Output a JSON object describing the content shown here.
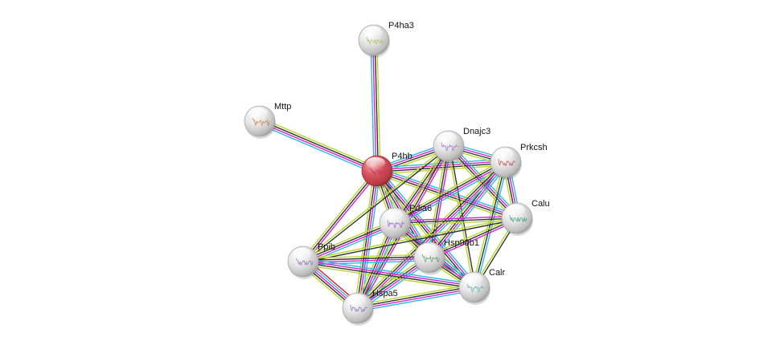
{
  "title": "Protein interaction network",
  "center_node": "P4hb",
  "colors": {
    "center_node": "#d9464f",
    "default_node": "#e8e8e8",
    "evidence": {
      "experiments": "#d91fd9",
      "databases": "#29bce0",
      "textmining": "#b4d92b",
      "coexpression": "#333333",
      "neighborhood": "#e61f1f"
    }
  },
  "nodes": [
    {
      "id": "P4ha3",
      "label": "P4ha3",
      "is_center": false,
      "structure_tint": "#a8c060"
    },
    {
      "id": "Mttp",
      "label": "Mttp",
      "is_center": false,
      "structure_tint": "#c08040"
    },
    {
      "id": "P4hb",
      "label": "P4hb",
      "is_center": true,
      "structure_tint": "#c0306a"
    },
    {
      "id": "Dnajc3",
      "label": "Dnajc3",
      "is_center": false,
      "structure_tint": "#a070c0"
    },
    {
      "id": "Prkcsh",
      "label": "Prkcsh",
      "is_center": false,
      "structure_tint": "#c05050"
    },
    {
      "id": "Pdia6",
      "label": "Pdia6",
      "is_center": false,
      "structure_tint": "#9060c0"
    },
    {
      "id": "Calu",
      "label": "Calu",
      "is_center": false,
      "structure_tint": "#40a080"
    },
    {
      "id": "Hsp90b1",
      "label": "Hsp90b1",
      "is_center": false,
      "structure_tint": "#60a060"
    },
    {
      "id": "Ppib",
      "label": "Ppib",
      "is_center": false,
      "structure_tint": "#9070c0"
    },
    {
      "id": "Calr",
      "label": "Calr",
      "is_center": false,
      "structure_tint": "#60b0c0"
    },
    {
      "id": "Hspa5",
      "label": "Hspa5",
      "is_center": false,
      "structure_tint": "#9070c0"
    }
  ],
  "edges": [
    {
      "source": "P4hb",
      "target": "P4ha3",
      "evidence": [
        "databases",
        "experiments",
        "coexpression",
        "textmining"
      ]
    },
    {
      "source": "P4hb",
      "target": "Mttp",
      "evidence": [
        "databases",
        "experiments",
        "coexpression",
        "textmining"
      ]
    },
    {
      "source": "P4hb",
      "target": "Dnajc3",
      "evidence": [
        "databases",
        "experiments",
        "coexpression",
        "textmining"
      ]
    },
    {
      "source": "P4hb",
      "target": "Prkcsh",
      "evidence": [
        "databases",
        "experiments",
        "coexpression",
        "textmining"
      ]
    },
    {
      "source": "P4hb",
      "target": "Pdia6",
      "evidence": [
        "databases",
        "experiments",
        "coexpression",
        "textmining"
      ]
    },
    {
      "source": "P4hb",
      "target": "Calu",
      "evidence": [
        "databases",
        "experiments",
        "coexpression",
        "textmining"
      ]
    },
    {
      "source": "P4hb",
      "target": "Hsp90b1",
      "evidence": [
        "databases",
        "experiments",
        "coexpression",
        "textmining"
      ]
    },
    {
      "source": "P4hb",
      "target": "Ppib",
      "evidence": [
        "experiments",
        "coexpression",
        "textmining"
      ]
    },
    {
      "source": "P4hb",
      "target": "Calr",
      "evidence": [
        "databases",
        "experiments",
        "coexpression",
        "textmining"
      ]
    },
    {
      "source": "P4hb",
      "target": "Hspa5",
      "evidence": [
        "databases",
        "experiments",
        "coexpression",
        "textmining"
      ]
    },
    {
      "source": "Dnajc3",
      "target": "Prkcsh",
      "evidence": [
        "databases",
        "experiments",
        "coexpression",
        "textmining"
      ]
    },
    {
      "source": "Dnajc3",
      "target": "Pdia6",
      "evidence": [
        "experiments",
        "coexpression",
        "textmining"
      ]
    },
    {
      "source": "Dnajc3",
      "target": "Calu",
      "evidence": [
        "databases",
        "experiments",
        "coexpression",
        "textmining"
      ]
    },
    {
      "source": "Dnajc3",
      "target": "Hsp90b1",
      "evidence": [
        "experiments",
        "coexpression",
        "textmining"
      ]
    },
    {
      "source": "Dnajc3",
      "target": "Calr",
      "evidence": [
        "coexpression",
        "textmining"
      ]
    },
    {
      "source": "Dnajc3",
      "target": "Hspa5",
      "evidence": [
        "experiments",
        "coexpression",
        "textmining"
      ]
    },
    {
      "source": "Dnajc3",
      "target": "Ppib",
      "evidence": [
        "coexpression",
        "textmining"
      ]
    },
    {
      "source": "Prkcsh",
      "target": "Pdia6",
      "evidence": [
        "databases",
        "experiments",
        "coexpression",
        "textmining"
      ]
    },
    {
      "source": "Prkcsh",
      "target": "Calu",
      "evidence": [
        "databases",
        "experiments",
        "coexpression",
        "textmining"
      ]
    },
    {
      "source": "Prkcsh",
      "target": "Hsp90b1",
      "evidence": [
        "databases",
        "experiments",
        "coexpression",
        "textmining"
      ]
    },
    {
      "source": "Prkcsh",
      "target": "Calr",
      "evidence": [
        "databases",
        "coexpression",
        "textmining"
      ]
    },
    {
      "source": "Prkcsh",
      "target": "Hspa5",
      "evidence": [
        "databases",
        "experiments",
        "coexpression",
        "textmining"
      ]
    },
    {
      "source": "Pdia6",
      "target": "Calu",
      "evidence": [
        "experiments",
        "coexpression",
        "textmining"
      ]
    },
    {
      "source": "Pdia6",
      "target": "Hsp90b1",
      "evidence": [
        "databases",
        "experiments",
        "coexpression",
        "textmining"
      ]
    },
    {
      "source": "Pdia6",
      "target": "Ppib",
      "evidence": [
        "databases",
        "experiments",
        "coexpression",
        "textmining"
      ]
    },
    {
      "source": "Pdia6",
      "target": "Calr",
      "evidence": [
        "databases",
        "experiments",
        "coexpression",
        "textmining"
      ]
    },
    {
      "source": "Pdia6",
      "target": "Hspa5",
      "evidence": [
        "databases",
        "experiments",
        "coexpression",
        "textmining"
      ]
    },
    {
      "source": "Calu",
      "target": "Hsp90b1",
      "evidence": [
        "experiments",
        "coexpression",
        "textmining"
      ]
    },
    {
      "source": "Calu",
      "target": "Calr",
      "evidence": [
        "coexpression",
        "textmining"
      ]
    },
    {
      "source": "Calu",
      "target": "Ppib",
      "evidence": [
        "coexpression",
        "textmining"
      ]
    },
    {
      "source": "Hsp90b1",
      "target": "Ppib",
      "evidence": [
        "databases",
        "experiments",
        "coexpression",
        "textmining"
      ]
    },
    {
      "source": "Hsp90b1",
      "target": "Calr",
      "evidence": [
        "databases",
        "experiments",
        "coexpression",
        "textmining"
      ]
    },
    {
      "source": "Hsp90b1",
      "target": "Hspa5",
      "evidence": [
        "databases",
        "experiments",
        "coexpression",
        "textmining"
      ]
    },
    {
      "source": "Ppib",
      "target": "Hspa5",
      "evidence": [
        "neighborhood",
        "databases",
        "experiments",
        "coexpression",
        "textmining"
      ]
    },
    {
      "source": "Ppib",
      "target": "Calr",
      "evidence": [
        "databases",
        "experiments",
        "coexpression",
        "textmining"
      ]
    },
    {
      "source": "Calr",
      "target": "Hspa5",
      "evidence": [
        "databases",
        "experiments",
        "coexpression",
        "textmining"
      ]
    }
  ]
}
